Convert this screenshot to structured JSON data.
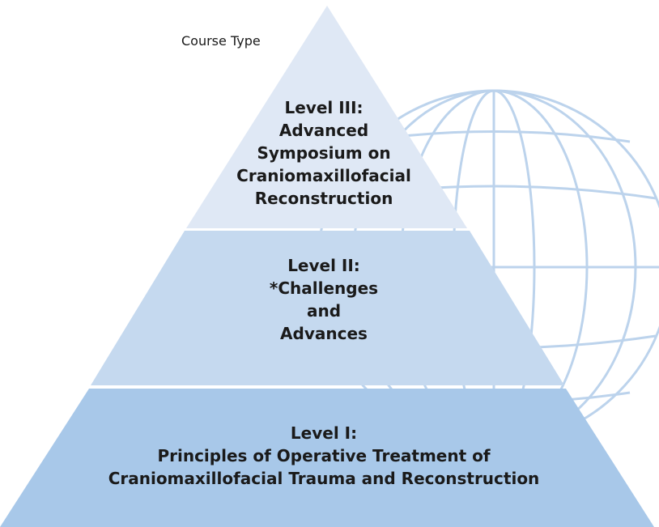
{
  "header": {
    "label": "Course Type"
  },
  "levels": [
    {
      "lines": [
        "Level III:",
        "Advanced",
        "Symposium on",
        "Craniomaxillofacial",
        "Reconstruction"
      ]
    },
    {
      "lines": [
        "Level II:",
        "*Challenges",
        "and",
        "Advances"
      ]
    },
    {
      "lines": [
        "Level I:",
        "Principles of Operative Treatment of",
        "Craniomaxillofacial Trauma and Reconstruction"
      ]
    }
  ],
  "colors": {
    "level3_fill": "#dfe8f5",
    "level2_fill": "#c5d9ef",
    "level1_fill": "#a8c8e9",
    "globe_stroke": "#bcd3ec",
    "text": "#1a1a1a"
  },
  "icons": {
    "globe": "globe-icon"
  }
}
